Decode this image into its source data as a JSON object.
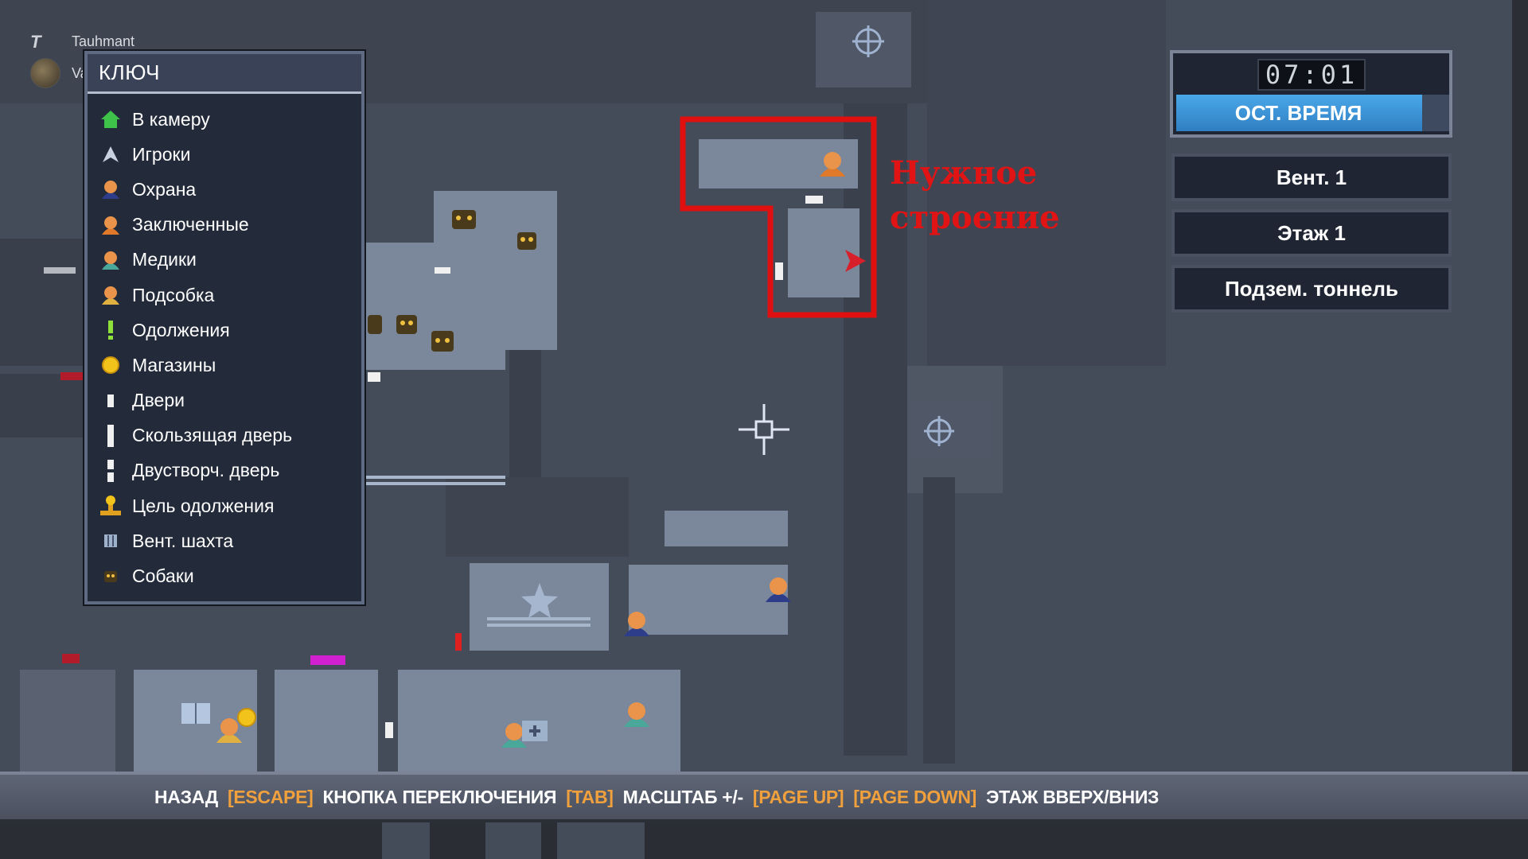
{
  "stream": {
    "top_name": "Tauhmant",
    "second_name": "Van"
  },
  "legend": {
    "title": "КЛЮЧ",
    "items": [
      {
        "label": "В камеру",
        "icon": "house-icon"
      },
      {
        "label": "Игроки",
        "icon": "player-arrow-icon"
      },
      {
        "label": "Охрана",
        "icon": "guard-icon"
      },
      {
        "label": "Заключенные",
        "icon": "inmate-icon"
      },
      {
        "label": "Медики",
        "icon": "medic-icon"
      },
      {
        "label": "Подсобка",
        "icon": "worker-icon"
      },
      {
        "label": "Одолжения",
        "icon": "exclamation-icon"
      },
      {
        "label": "Магазины",
        "icon": "shop-coin-icon"
      },
      {
        "label": "Двери",
        "icon": "door-icon"
      },
      {
        "label": "Скользящая дверь",
        "icon": "sliding-door-icon"
      },
      {
        "label": "Двустворч. дверь",
        "icon": "double-door-icon"
      },
      {
        "label": "Цель одолжения",
        "icon": "favour-target-icon"
      },
      {
        "label": "Вент. шахта",
        "icon": "vent-icon"
      },
      {
        "label": "Собаки",
        "icon": "dog-icon"
      }
    ]
  },
  "timer": {
    "digits": "07:01",
    "label": "ОСТ. ВРЕМЯ",
    "fill_fraction": 0.9
  },
  "floors": [
    {
      "label": "Вент. 1"
    },
    {
      "label": "Этаж 1"
    },
    {
      "label": "Подзем. тоннель"
    }
  ],
  "annotation": {
    "line1": "Нужное",
    "line2": "строение",
    "color": "#e01414"
  },
  "controls": [
    {
      "text": "НАЗАД",
      "type": "label"
    },
    {
      "text": "[ESCAPE]",
      "type": "key"
    },
    {
      "text": "КНОПКА ПЕРЕКЛЮЧЕНИЯ",
      "type": "label"
    },
    {
      "text": "[TAB]",
      "type": "key"
    },
    {
      "text": "МАСШТАБ +/-",
      "type": "label"
    },
    {
      "text": "[PAGE UP]",
      "type": "key"
    },
    {
      "text": "[PAGE DOWN]",
      "type": "key"
    },
    {
      "text": "ЭТАЖ ВВЕРХ/ВНИЗ",
      "type": "label"
    }
  ],
  "colors": {
    "key_orange": "#f0a03c",
    "map_dark": "#2b2e34",
    "floor_mid": "#454c59",
    "room_light": "#7b879a",
    "timer_blue": "#3e97dc"
  }
}
